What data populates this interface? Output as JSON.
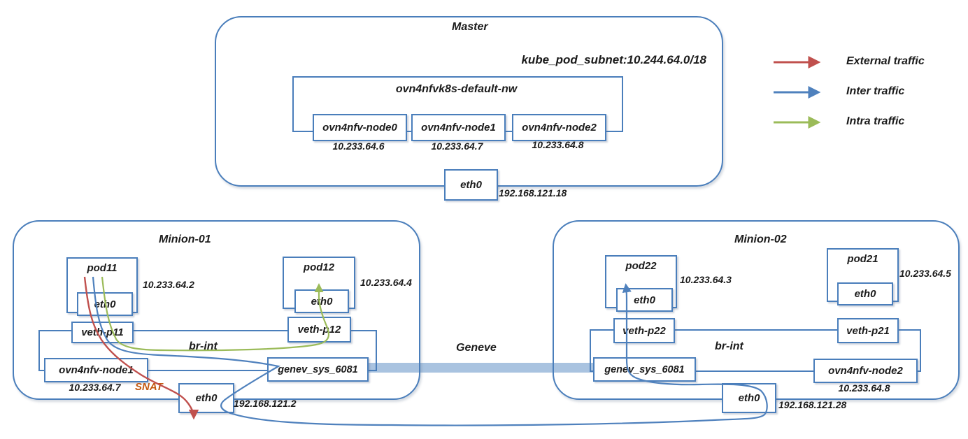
{
  "legend": {
    "items": [
      {
        "label": "External traffic",
        "color": "#C0504D"
      },
      {
        "label": "Inter traffic",
        "color": "#4F81BD"
      },
      {
        "label": "Intra traffic",
        "color": "#9BBB59"
      }
    ]
  },
  "master": {
    "title": "Master",
    "subnet": "kube_pod_subnet:10.244.64.0/18",
    "network": {
      "title": "ovn4nfvk8s-default-nw",
      "nodes": [
        {
          "label": "ovn4nfv-node0",
          "ip": "10.233.64.6"
        },
        {
          "label": "ovn4nfv-node1",
          "ip": "10.233.64.7"
        },
        {
          "label": "ovn4nfv-node2",
          "ip": "10.233.64.8"
        }
      ]
    },
    "eth": {
      "label": "eth0",
      "ip": "192.168.121.18"
    }
  },
  "minion1": {
    "title": "Minion-01",
    "pod11": {
      "label": "pod11",
      "eth": "eth0",
      "ip": "10.233.64.2"
    },
    "pod12": {
      "label": "pod12",
      "eth": "eth0",
      "ip": "10.233.64.4"
    },
    "veth11": "veth-p11",
    "veth12": "veth-p12",
    "bridge": "br-int",
    "node": {
      "label": "ovn4nfv-node1",
      "ip": "10.233.64.7"
    },
    "genev": "genev_sys_6081",
    "snat": "SNAT",
    "eth": {
      "label": "eth0",
      "ip": "192.168.121.2"
    }
  },
  "minion2": {
    "title": "Minion-02",
    "pod22": {
      "label": "pod22",
      "eth": "eth0",
      "ip": "10.233.64.3"
    },
    "pod21": {
      "label": "pod21",
      "eth": "eth0",
      "ip": "10.233.64.5"
    },
    "veth22": "veth-p22",
    "veth21": "veth-p21",
    "bridge": "br-int",
    "genev": "genev_sys_6081",
    "node": {
      "label": "ovn4nfv-node2",
      "ip": "10.233.64.8"
    },
    "eth": {
      "label": "eth0",
      "ip": "192.168.121.28"
    }
  },
  "tunnel": {
    "label": "Geneve"
  },
  "colors": {
    "box_border": "#4A7EBB",
    "external": "#C0504D",
    "inter": "#4F81BD",
    "intra": "#9BBB59",
    "snat": "#C45911",
    "tunnel_band": "#A9C3E0"
  }
}
